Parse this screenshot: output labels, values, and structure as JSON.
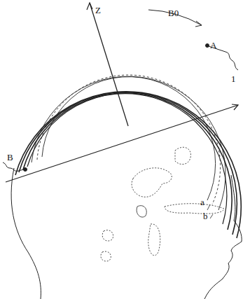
{
  "diagram": {
    "labels": [
      "Z",
      "B0",
      "A",
      "1",
      "B",
      "a",
      "b"
    ]
  }
}
